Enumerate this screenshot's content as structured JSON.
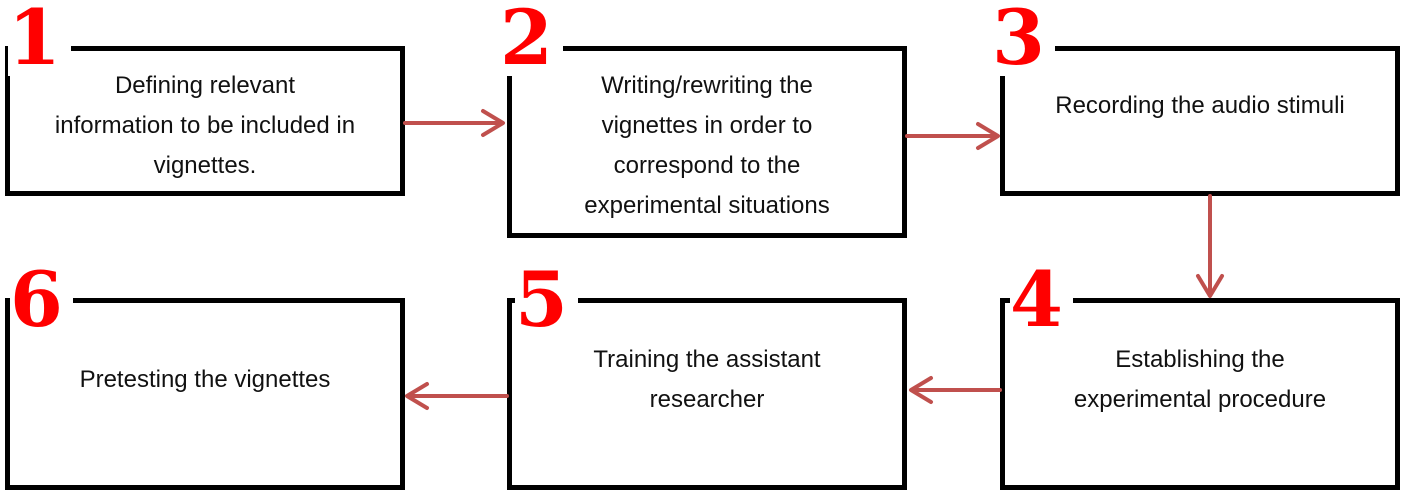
{
  "colors": {
    "border": "#000000",
    "number": "#ff0000",
    "arrow": "#c0504d"
  },
  "steps": [
    {
      "number": "1",
      "text": "Defining relevant\ninformation to be included in\nvignettes."
    },
    {
      "number": "2",
      "text": "Writing/rewriting the\nvignettes in order to\ncorrespond to the\nexperimental situations"
    },
    {
      "number": "3",
      "text": "Recording the audio stimuli"
    },
    {
      "number": "4",
      "text": "Establishing the\nexperimental procedure"
    },
    {
      "number": "5",
      "text": "Training the assistant\nresearcher"
    },
    {
      "number": "6",
      "text": "Pretesting the vignettes"
    }
  ]
}
